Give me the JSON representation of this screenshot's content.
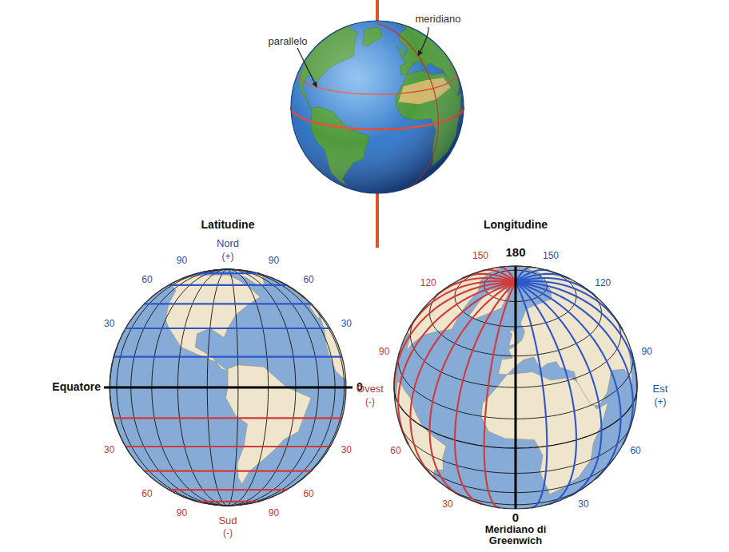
{
  "diagram": {
    "labels": [
      "meridiano",
      "parallelo",
      "Latitudine",
      "Longitudine",
      "Nord",
      "(+)",
      "90",
      "90",
      "180",
      "150",
      "150",
      "60",
      "60",
      "120",
      "120",
      "30",
      "30",
      "90",
      "90",
      "Equatore",
      "0",
      "Ovest",
      "(-)",
      "Est",
      "(+)",
      "30",
      "30",
      "60",
      "60",
      "60",
      "60",
      "30",
      "30",
      "90",
      "90",
      "0",
      "Sud",
      "(-)",
      "Meridiano di Greenwich"
    ]
  }
}
